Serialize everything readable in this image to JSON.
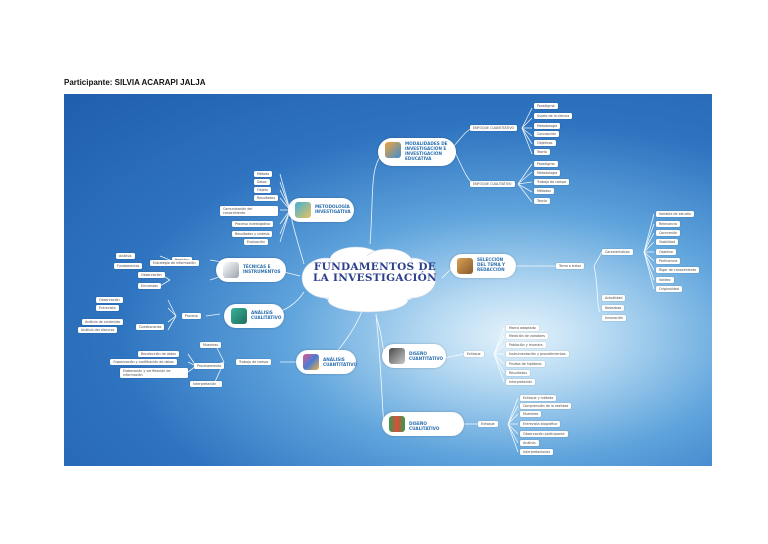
{
  "participant_label": "Participante: SILVIA ACARAPI JALJA",
  "central_title": "FUNDAMENTOS DE LA INVESTIGACIÓN",
  "branches": {
    "modalidades": "MODALIDADES DE INVESTIGACIÓN E INVESTIGACIÓN EDUCATIVA",
    "seleccion": "SELECCIÓN DEL TEMA Y REDACCIÓN",
    "diseno_cuant": "DISEÑO CUANTITATIVO",
    "diseno_cual": "DISEÑO CUALITATIVO",
    "analisis_cual": "ANÁLISIS CUALITATIVO",
    "analisis_cuant": "ANÁLISIS CUANTITATIVO",
    "tecnicas": "TÉCNICAS E INSTRUMENTOS",
    "metodologia": "METODOLOGÍA INVESTIGATIVA"
  },
  "labels": {
    "enfoque_cuantitativo": "ENFOQUE CUANTITATIVO",
    "enfoque_cualitativo": "ENFOQUE CUALITATIVO",
    "tema": "Tema a tratar",
    "caracteristicas": "Características",
    "enfoque_a": "Enfoque",
    "enfoque_b": "Enfoque",
    "proceso": "Proceso",
    "trabajo_campo": "Trabajo de campo",
    "registro": "Registro",
    "muestras_l": "Muestras",
    "procesamiento": "Procesamiento",
    "investigacion": "Investigación"
  },
  "items": {
    "cuantitativo": [
      "Paradigma",
      "Sujeto de la ciencia",
      "Metodología",
      "Concepción",
      "Objetivos",
      "Teoría"
    ],
    "cualitativo": [
      "Paradigma",
      "Metodología",
      "Trabajo de campo",
      "Métodos",
      "Teoría"
    ],
    "tema": [
      "Variable de estudio",
      "Relevancia",
      "Concreción",
      "Viabilidad",
      "Objetivo",
      "Pertinencia",
      "Rigor de conocimiento",
      "Validez",
      "Originalidad"
    ],
    "tema_extra": [
      "Actualidad",
      "Novedoso",
      "Innovación"
    ],
    "diseno_cuant": [
      "Marco adaptado",
      "Medición de variables",
      "Población y muestra",
      "Instrumentación y procedimientos",
      "Prueba de hipótesis",
      "Resultados",
      "Interpretación"
    ],
    "diseno_cual": [
      "Enfoque y método",
      "Comprensión de la realidad",
      "Muestreo",
      "Entrevista biográfica",
      "Observación participante",
      "Análisis",
      "Interpretaciones"
    ],
    "metodologia": [
      "Método",
      "Datos",
      "Objeto",
      "Resultados",
      "Comunicación del conocimiento",
      "Proceso investigativo",
      "Resultados y sintesis",
      "Evaluación"
    ],
    "tecnicas": [
      "Análisis",
      "Fundamentos",
      "Estrategia de información",
      "Observación",
      "Encuestas",
      "Cuestionarios"
    ],
    "analisis_cual": [
      "Observación",
      "Entrevista",
      "Análisis de contenido",
      "Análisis del discurso"
    ],
    "analisis_cuant": [
      "Recolección de datos",
      "Organización y codificación de datos",
      "Elaboración y verificación de información",
      "Interpretación"
    ]
  }
}
